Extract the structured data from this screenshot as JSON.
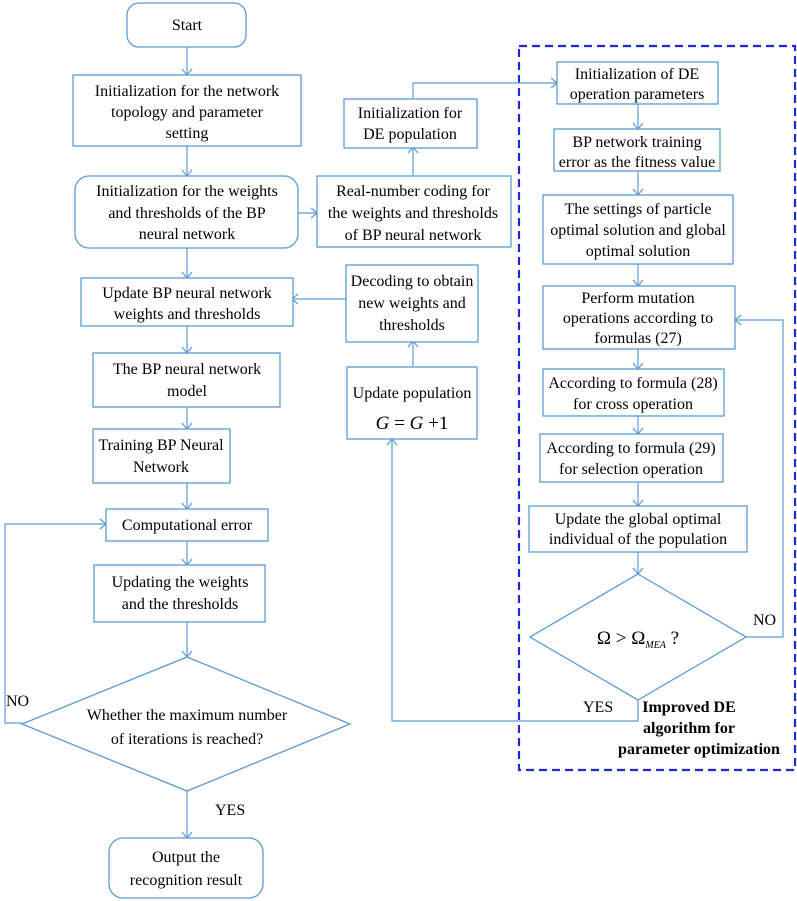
{
  "left_column": {
    "start": "Start",
    "init_topology": [
      "Initialization  for the network",
      "topology and parameter",
      "setting"
    ],
    "init_weights": [
      "Initialization for the weights",
      "and thresholds of the BP",
      "neural network"
    ],
    "update_bp": [
      "Update BP neural network",
      "weights and thresholds"
    ],
    "bp_model": [
      "The BP neural network",
      "model"
    ],
    "training": [
      "Training BP Neural",
      "Network"
    ],
    "comp_error": "Computational error",
    "updating_wt": [
      "Updating the weights",
      "and the thresholds"
    ],
    "max_iter": [
      "Whether the maximum number",
      "of iterations is reached?"
    ],
    "output": [
      "Output the",
      "recognition result"
    ],
    "label_no": "NO",
    "label_yes": "YES"
  },
  "middle_column": {
    "init_de_pop": [
      "Initialization  for",
      "DE population"
    ],
    "real_coding": [
      "Real-number coding for",
      "the weights and thresholds",
      "of BP neural network"
    ],
    "decoding": [
      "Decoding to obtain",
      "new weights and",
      "thresholds"
    ],
    "update_pop": "Update population",
    "update_formula": {
      "G1": "G",
      "eq": " = ",
      "G2": "G",
      "plus": " +1"
    }
  },
  "right_column": {
    "init_de_ops": [
      "Initialization of DE",
      "operation parameters"
    ],
    "fitness": [
      "BP network training",
      "error as the fitness value"
    ],
    "settings": [
      "The settings of particle",
      "optimal solution and global",
      "optimal solution"
    ],
    "mutation": [
      "Perform mutation",
      "operations according to",
      "formulas (27)"
    ],
    "cross": [
      "According to formula (28)",
      "for cross operation"
    ],
    "selection": [
      "According to formula (29)",
      "for selection operation"
    ],
    "update_global": [
      "Update the global optimal",
      "individual of the population"
    ],
    "condition": {
      "omega": "Ω",
      "gt": " > ",
      "omega2": "Ω",
      "sub": "MEA",
      "q": " ?"
    },
    "label_no": "NO",
    "label_yes": "YES",
    "region_caption": [
      "Improved DE",
      "algorithm for",
      "parameter optimization"
    ]
  },
  "colors": {
    "box_stroke": "#5b9bd5",
    "region_stroke": "#1f2bd1",
    "text": "#000000"
  }
}
